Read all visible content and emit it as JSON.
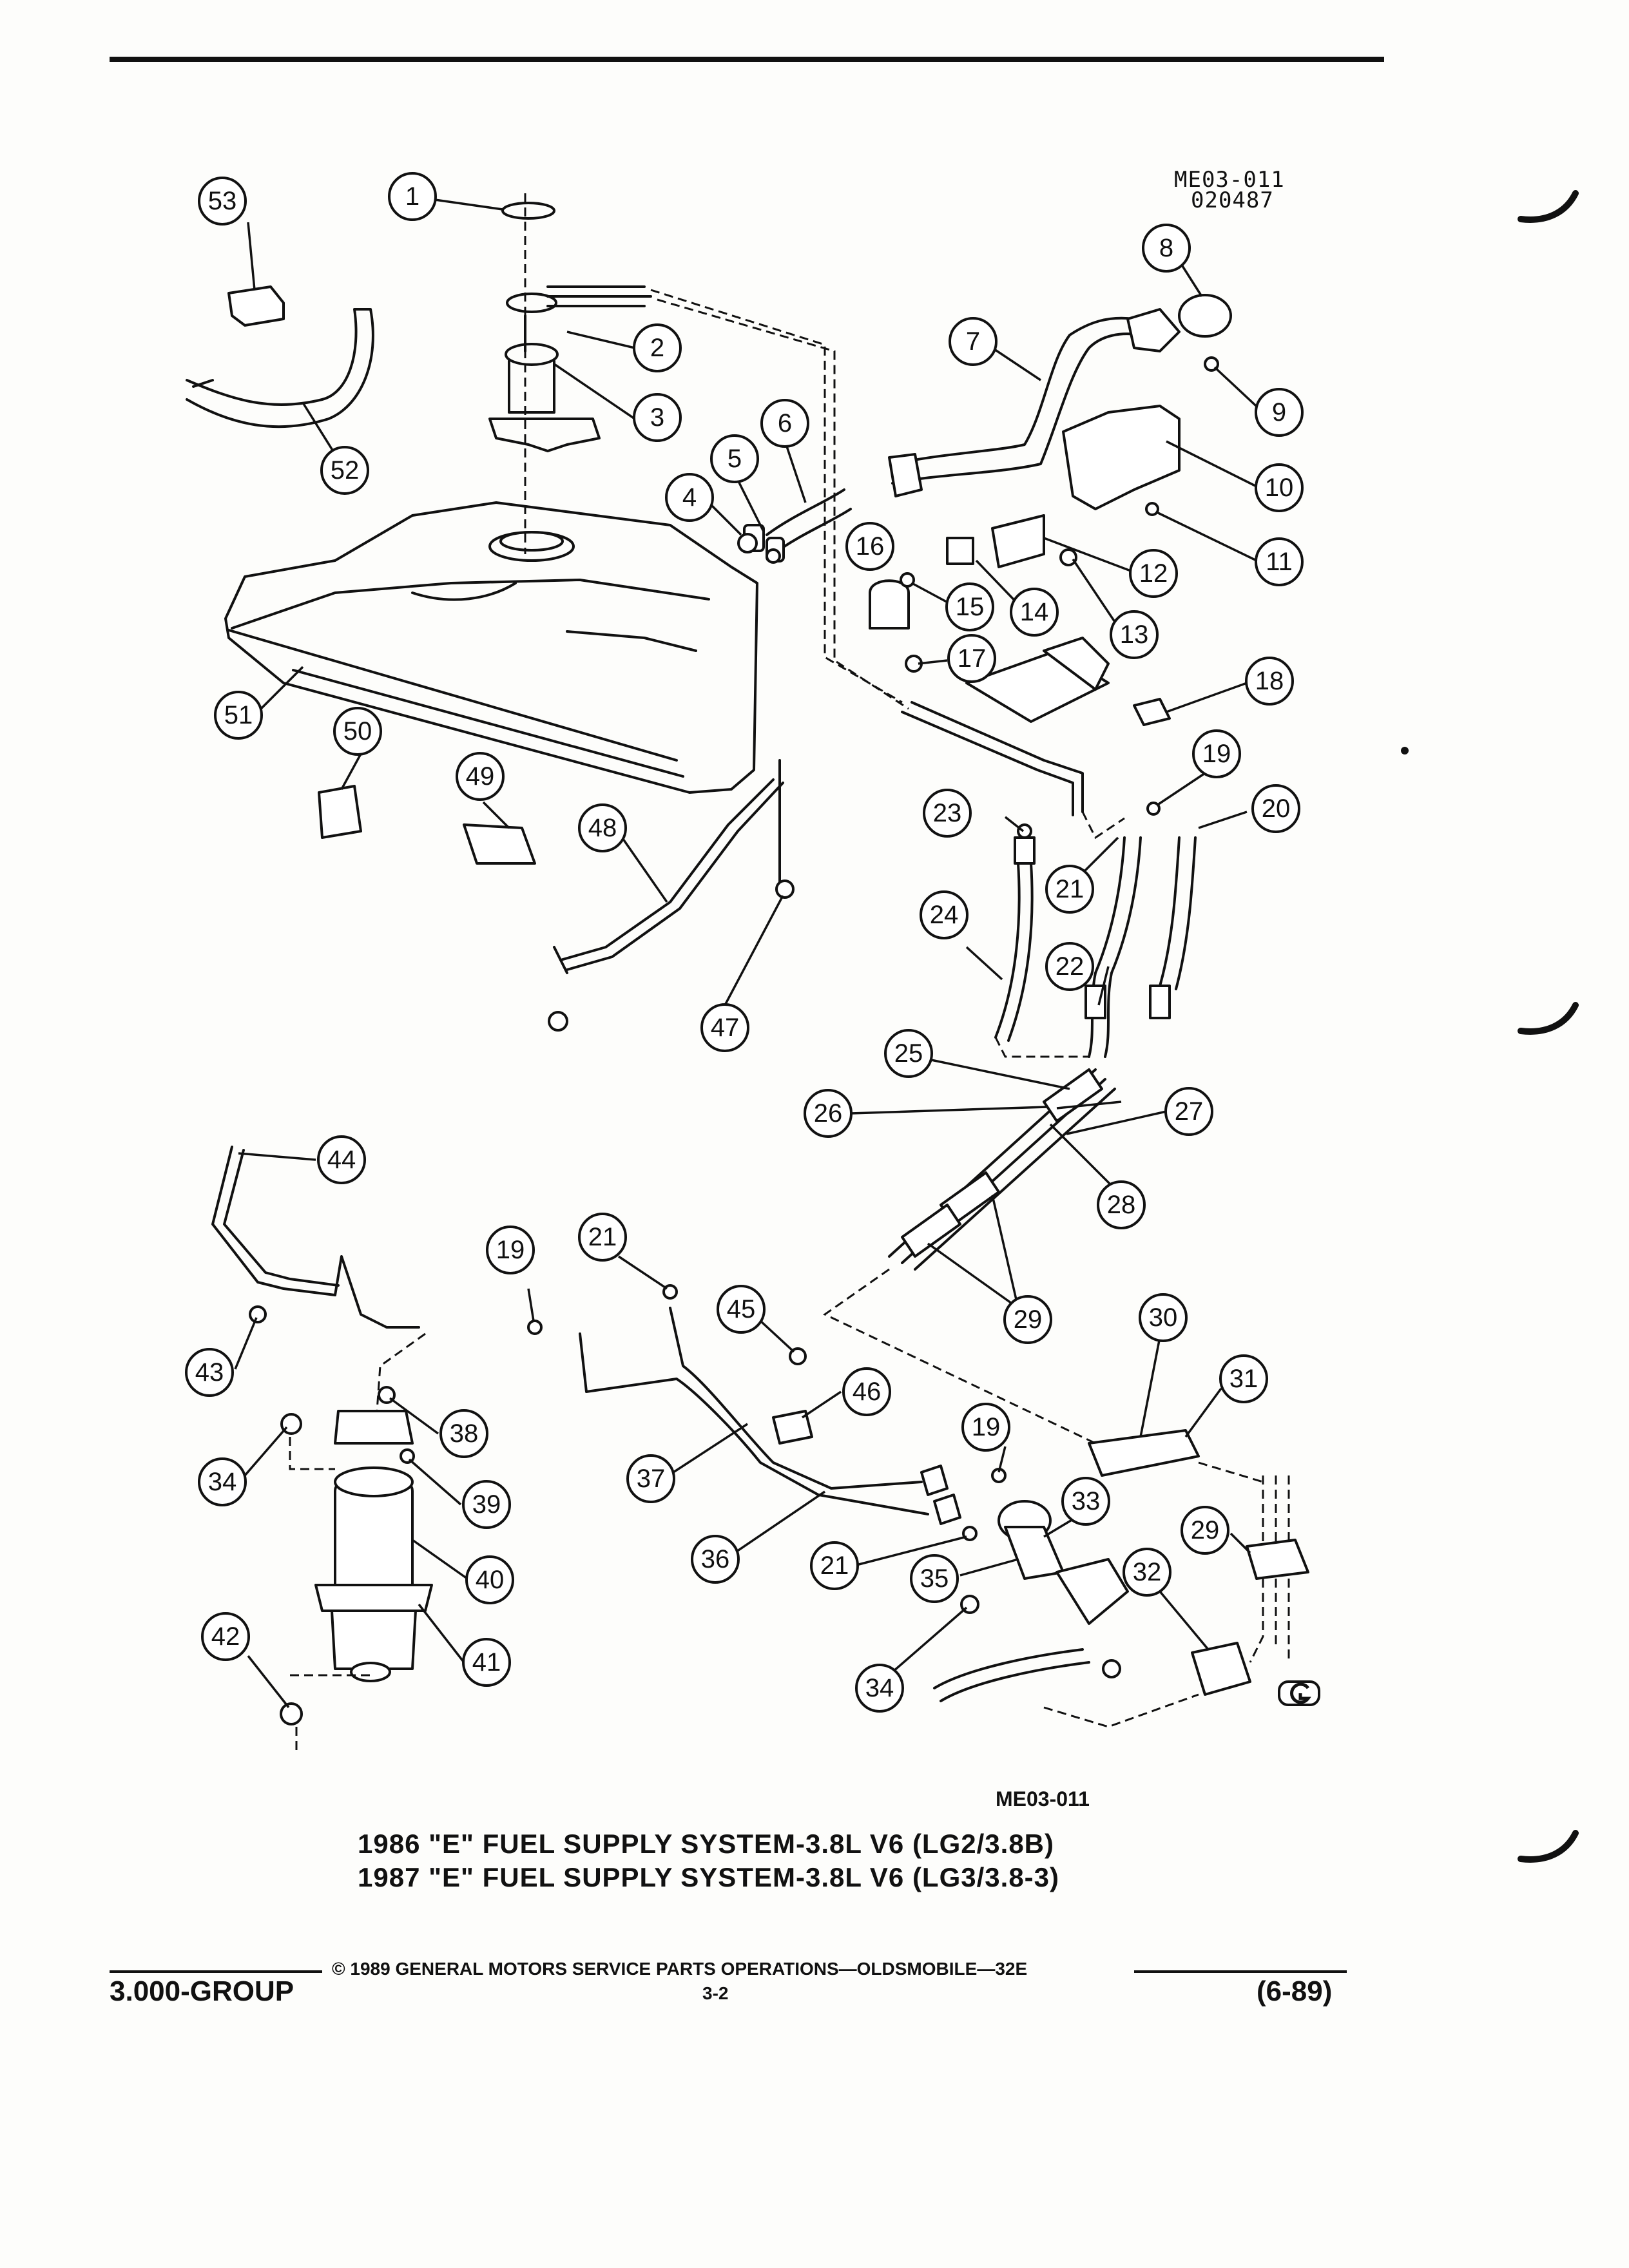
{
  "drawing_code_top": [
    "ME03-011",
    "020487"
  ],
  "figure_ref": "ME03-011",
  "title_lines": [
    "1986 \"E\" FUEL SUPPLY SYSTEM-3.8L V6 (LG2/3.8B)",
    "1987 \"E\" FUEL SUPPLY SYSTEM-3.8L V6 (LG3/3.8-3)"
  ],
  "footer": {
    "copyright": "© 1989 GENERAL MOTORS SERVICE PARTS OPERATIONS—OLDSMOBILE—32E",
    "group": "3.000-GROUP",
    "page": "3-2",
    "date": "(6-89)"
  },
  "callouts": [
    "1",
    "2",
    "3",
    "4",
    "5",
    "6",
    "7",
    "8",
    "9",
    "10",
    "11",
    "12",
    "13",
    "14",
    "15",
    "16",
    "17",
    "18",
    "19",
    "20",
    "21",
    "22",
    "23",
    "24",
    "25",
    "26",
    "27",
    "28",
    "29",
    "30",
    "31",
    "32",
    "33",
    "34",
    "35",
    "36",
    "37",
    "38",
    "39",
    "40",
    "41",
    "42",
    "43",
    "44",
    "45",
    "46",
    "47",
    "48",
    "49",
    "50",
    "51",
    "52",
    "53",
    "19",
    "21",
    "19",
    "21",
    "29",
    "34"
  ],
  "corner_mark": "GM-logo"
}
